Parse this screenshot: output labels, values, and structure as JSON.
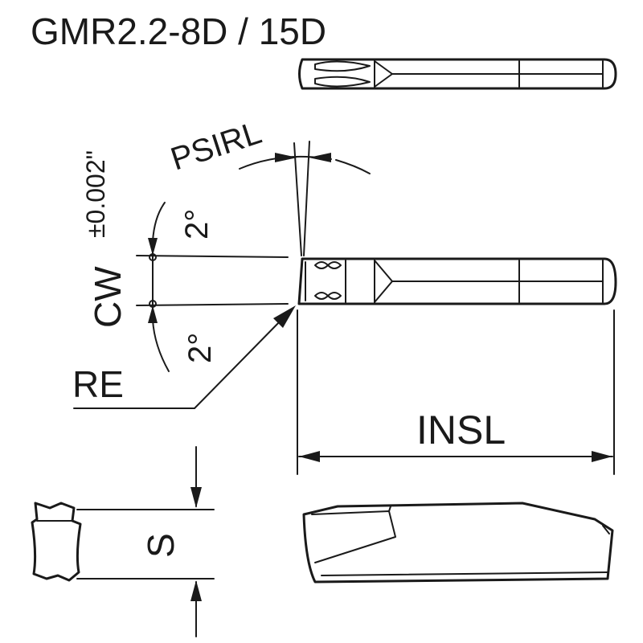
{
  "title": "GMR2.2-8D / 15D",
  "labels": {
    "psirl": "PSIRL",
    "cw": "CW",
    "tolerance": "±0.002\"",
    "angle_top": "2°",
    "angle_bottom": "2°",
    "re": "RE",
    "insl": "INSL",
    "s": "S"
  },
  "colors": {
    "line": "#1a1a1a",
    "background": "#ffffff"
  }
}
